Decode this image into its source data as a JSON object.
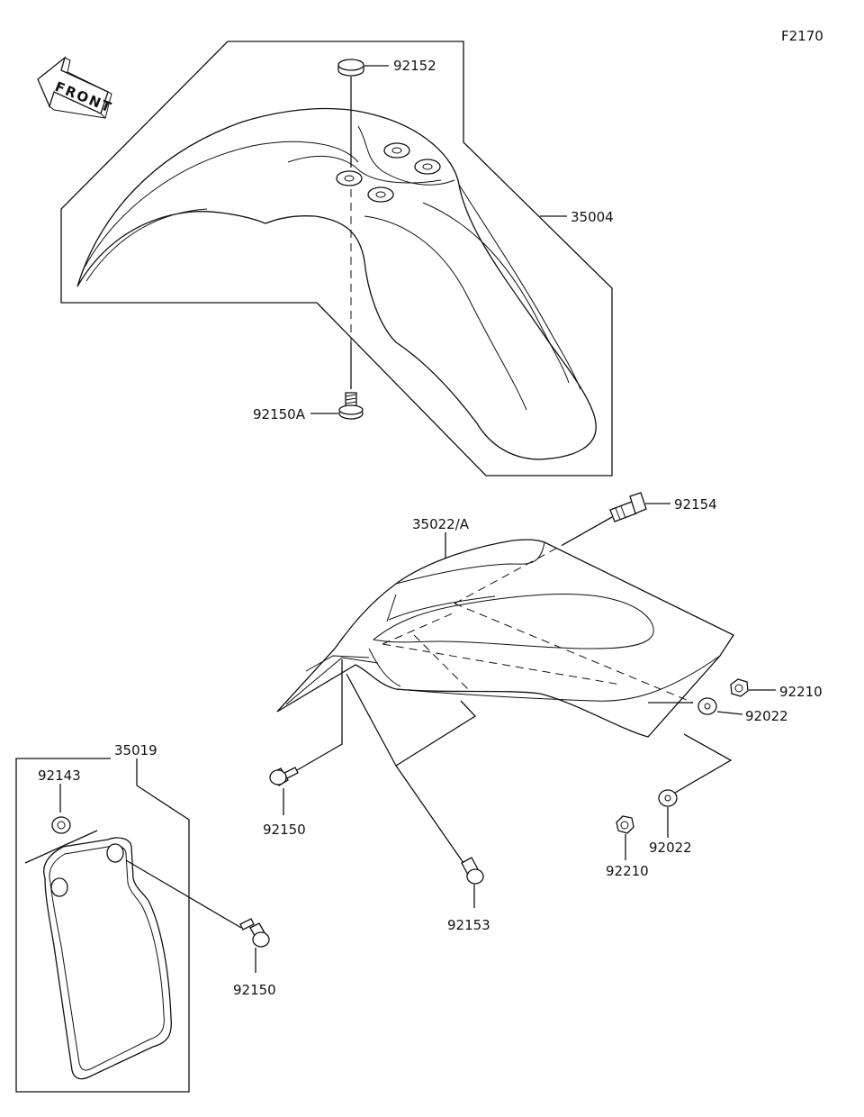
{
  "diagram_id": "F2170",
  "front_label": "FRONT",
  "callouts": {
    "front_fender": "35004",
    "front_fender_washer": "92152",
    "front_fender_screw": "92150A",
    "rear_fender": "35022/A",
    "rear_fender_bolt_top": "92154",
    "nut_right": "92210",
    "washer_right": "92022",
    "washer_lower": "92022",
    "nut_lower": "92210",
    "rear_fender_bolt_left": "92150",
    "rear_fender_bolt_bottom": "92153",
    "mud_flap": "35019",
    "mud_flap_grommet": "92143",
    "mud_flap_bolt": "92150"
  }
}
